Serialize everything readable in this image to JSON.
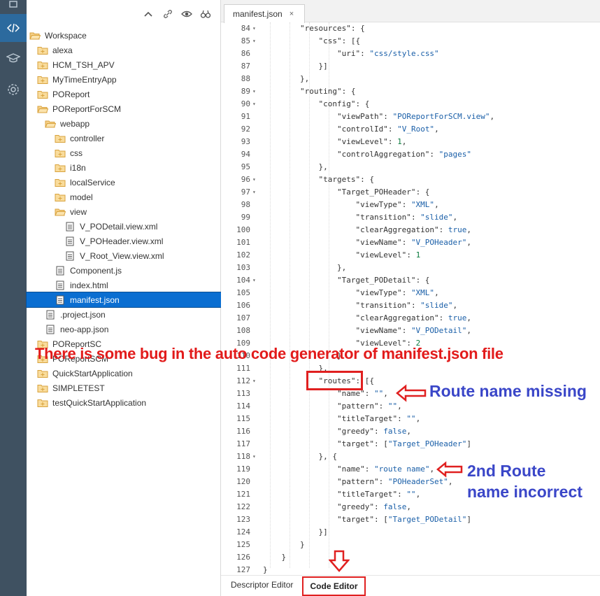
{
  "activity_bar": {
    "icons": [
      "home-icon",
      "code-icon",
      "learning-icon",
      "settings-icon"
    ]
  },
  "tree_toolbar": {
    "icons": [
      "collapse-icon",
      "link-icon",
      "eye-icon",
      "binoculars-icon"
    ]
  },
  "tree": {
    "items": [
      {
        "label": "Workspace",
        "type": "folder-open"
      },
      {
        "label": "alexa",
        "type": "folder"
      },
      {
        "label": "HCM_TSH_APV",
        "type": "folder"
      },
      {
        "label": "MyTimeEntryApp",
        "type": "folder"
      },
      {
        "label": "POReport",
        "type": "folder"
      },
      {
        "label": "POReportForSCM",
        "type": "folder-open"
      },
      {
        "label": "webapp",
        "type": "folder-open"
      },
      {
        "label": "controller",
        "type": "folder"
      },
      {
        "label": "css",
        "type": "folder"
      },
      {
        "label": "i18n",
        "type": "folder"
      },
      {
        "label": "localService",
        "type": "folder"
      },
      {
        "label": "model",
        "type": "folder"
      },
      {
        "label": "view",
        "type": "folder-open"
      },
      {
        "label": "V_PODetail.view.xml",
        "type": "file"
      },
      {
        "label": "V_POHeader.view.xml",
        "type": "file"
      },
      {
        "label": "V_Root_View.view.xml",
        "type": "file"
      },
      {
        "label": "Component.js",
        "type": "file"
      },
      {
        "label": "index.html",
        "type": "file"
      },
      {
        "label": "manifest.json",
        "type": "file",
        "selected": true
      },
      {
        "label": ".project.json",
        "type": "file"
      },
      {
        "label": "neo-app.json",
        "type": "file"
      },
      {
        "label": "POReportSC",
        "type": "folder"
      },
      {
        "label": "POReportSCM",
        "type": "folder"
      },
      {
        "label": "QuickStartApplication",
        "type": "folder"
      },
      {
        "label": "SIMPLETEST",
        "type": "folder"
      },
      {
        "label": "testQuickStartApplication",
        "type": "folder"
      }
    ]
  },
  "editor": {
    "tab_label": "manifest.json",
    "tab_close": "×",
    "lines": [
      {
        "n": "84",
        "fold": true,
        "t": "        \"resources\": {"
      },
      {
        "n": "85",
        "fold": true,
        "t": "            \"css\": [{"
      },
      {
        "n": "86",
        "fold": false,
        "t": "                \"uri\": \"css/style.css\""
      },
      {
        "n": "87",
        "fold": false,
        "t": "            }]"
      },
      {
        "n": "88",
        "fold": false,
        "t": "        },"
      },
      {
        "n": "89",
        "fold": true,
        "t": "        \"routing\": {"
      },
      {
        "n": "90",
        "fold": true,
        "t": "            \"config\": {"
      },
      {
        "n": "91",
        "fold": false,
        "t": "                \"viewPath\": \"POReportForSCM.view\","
      },
      {
        "n": "92",
        "fold": false,
        "t": "                \"controlId\": \"V_Root\","
      },
      {
        "n": "93",
        "fold": false,
        "t": "                \"viewLevel\": 1,"
      },
      {
        "n": "94",
        "fold": false,
        "t": "                \"controlAggregation\": \"pages\""
      },
      {
        "n": "95",
        "fold": false,
        "t": "            },"
      },
      {
        "n": "96",
        "fold": true,
        "t": "            \"targets\": {"
      },
      {
        "n": "97",
        "fold": true,
        "t": "                \"Target_POHeader\": {"
      },
      {
        "n": "98",
        "fold": false,
        "t": "                    \"viewType\": \"XML\","
      },
      {
        "n": "99",
        "fold": false,
        "t": "                    \"transition\": \"slide\","
      },
      {
        "n": "100",
        "fold": false,
        "t": "                    \"clearAggregation\": true,"
      },
      {
        "n": "101",
        "fold": false,
        "t": "                    \"viewName\": \"V_POHeader\","
      },
      {
        "n": "102",
        "fold": false,
        "t": "                    \"viewLevel\": 1"
      },
      {
        "n": "103",
        "fold": false,
        "t": "                },"
      },
      {
        "n": "104",
        "fold": true,
        "t": "                \"Target_PODetail\": {"
      },
      {
        "n": "105",
        "fold": false,
        "t": "                    \"viewType\": \"XML\","
      },
      {
        "n": "106",
        "fold": false,
        "t": "                    \"transition\": \"slide\","
      },
      {
        "n": "107",
        "fold": false,
        "t": "                    \"clearAggregation\": true,"
      },
      {
        "n": "108",
        "fold": false,
        "t": "                    \"viewName\": \"V_PODetail\","
      },
      {
        "n": "109",
        "fold": false,
        "t": "                    \"viewLevel\": 2"
      },
      {
        "n": "110",
        "fold": false,
        "t": "                }"
      },
      {
        "n": "111",
        "fold": false,
        "t": "            },"
      },
      {
        "n": "112",
        "fold": true,
        "t": "            \"routes\": [{"
      },
      {
        "n": "113",
        "fold": false,
        "t": "                \"name\": \"\","
      },
      {
        "n": "114",
        "fold": false,
        "t": "                \"pattern\": \"\","
      },
      {
        "n": "115",
        "fold": false,
        "t": "                \"titleTarget\": \"\","
      },
      {
        "n": "116",
        "fold": false,
        "t": "                \"greedy\": false,"
      },
      {
        "n": "117",
        "fold": false,
        "t": "                \"target\": [\"Target_POHeader\"]"
      },
      {
        "n": "118",
        "fold": true,
        "t": "            }, {"
      },
      {
        "n": "119",
        "fold": false,
        "t": "                \"name\": \"route name\","
      },
      {
        "n": "120",
        "fold": false,
        "t": "                \"pattern\": \"POHeaderSet\","
      },
      {
        "n": "121",
        "fold": false,
        "t": "                \"titleTarget\": \"\","
      },
      {
        "n": "122",
        "fold": false,
        "t": "                \"greedy\": false,"
      },
      {
        "n": "123",
        "fold": false,
        "t": "                \"target\": [\"Target_PODetail\"]"
      },
      {
        "n": "124",
        "fold": false,
        "t": "            }]"
      },
      {
        "n": "125",
        "fold": false,
        "t": "        }"
      },
      {
        "n": "126",
        "fold": false,
        "t": "    }"
      },
      {
        "n": "127",
        "fold": false,
        "t": "}"
      }
    ]
  },
  "bottom_tabs": {
    "descriptor": "Descriptor Editor",
    "code": "Code Editor"
  },
  "annotations": {
    "bug": "There is some bug in the auto code generator of manifest.json file",
    "route_missing": "Route name missing",
    "second_route_1": "2nd Route",
    "second_route_2": "name incorrect",
    "color_red": "#e21b1b",
    "color_blue": "#3a46c8"
  }
}
